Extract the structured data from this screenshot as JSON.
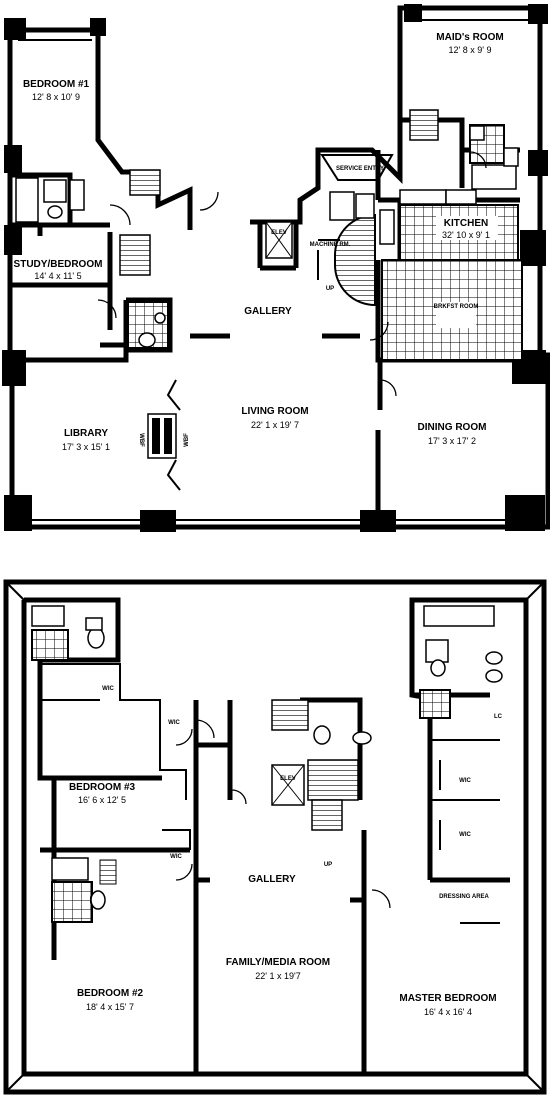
{
  "upper_floor": {
    "bedroom1": {
      "name": "BEDROOM #1",
      "dims": "12' 8 x 10' 9"
    },
    "maids_room": {
      "name": "MAID's ROOM",
      "dims": "12' 8 x 9' 9"
    },
    "service_entry": {
      "name": "SERVICE ENTRY"
    },
    "kitchen": {
      "name": "KITCHEN",
      "dims": "32' 10 x 9' 1"
    },
    "machine_rm": {
      "name": "MACHINE RM."
    },
    "study": {
      "name": "STUDY/BEDROOM",
      "dims": "14' 4 x 11' 5"
    },
    "gallery": {
      "name": "GALLERY"
    },
    "breakfast": {
      "name": "BRKFST ROOM"
    },
    "living": {
      "name": "LIVING ROOM",
      "dims": "22' 1 x 19' 7"
    },
    "library": {
      "name": "LIBRARY",
      "dims": "17' 3 x 15' 1"
    },
    "dining": {
      "name": "DINING ROOM",
      "dims": "17' 3 x 17' 2"
    },
    "wbf_left": "WBF",
    "wbf_right": "WBF",
    "elevator": "ELEV",
    "up": "UP"
  },
  "lower_floor": {
    "bedroom3": {
      "name": "BEDROOM #3",
      "dims": "16' 6 x 12' 5"
    },
    "bedroom2": {
      "name": "BEDROOM #2",
      "dims": "18' 4 x 15' 7"
    },
    "gallery": {
      "name": "GALLERY"
    },
    "family": {
      "name": "FAMILY/MEDIA ROOM",
      "dims": "22' 1 x 19'7"
    },
    "master": {
      "name": "MASTER BEDROOM",
      "dims": "16' 4 x 16' 4"
    },
    "dressing": {
      "name": "DRESSING AREA"
    },
    "wic": "WIC",
    "lc": "LC",
    "elevator": "ELEV",
    "up": "UP"
  }
}
